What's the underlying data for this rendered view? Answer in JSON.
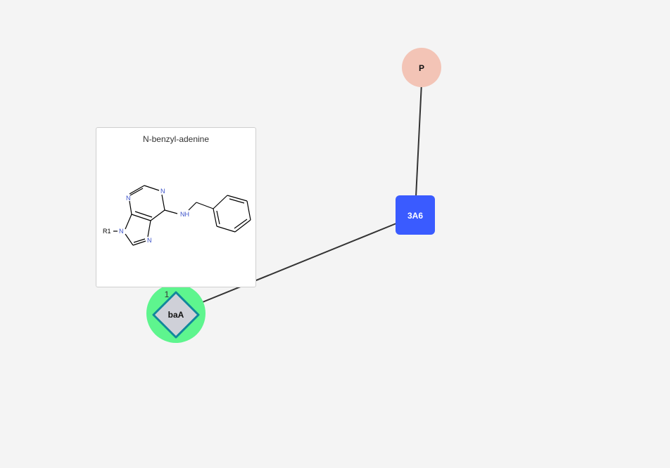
{
  "nodes": {
    "p": {
      "label": "P",
      "color": "#f3c4b6"
    },
    "a3a6": {
      "label": "3A6",
      "color": "#3a5bff"
    },
    "baa": {
      "label": "baA",
      "badge": "1",
      "fill": "#cfd0d8",
      "border": "#11879b",
      "halo": "#5ef58e"
    }
  },
  "tooltip": {
    "title": "N-benzyl-adenine",
    "atoms": {
      "r1": "R1",
      "n": "N",
      "nh": "NH"
    },
    "atom_color": "#3a50c8"
  },
  "edges": [
    {
      "from": "P",
      "to": "3A6"
    },
    {
      "from": "3A6",
      "to": "baA"
    }
  ]
}
